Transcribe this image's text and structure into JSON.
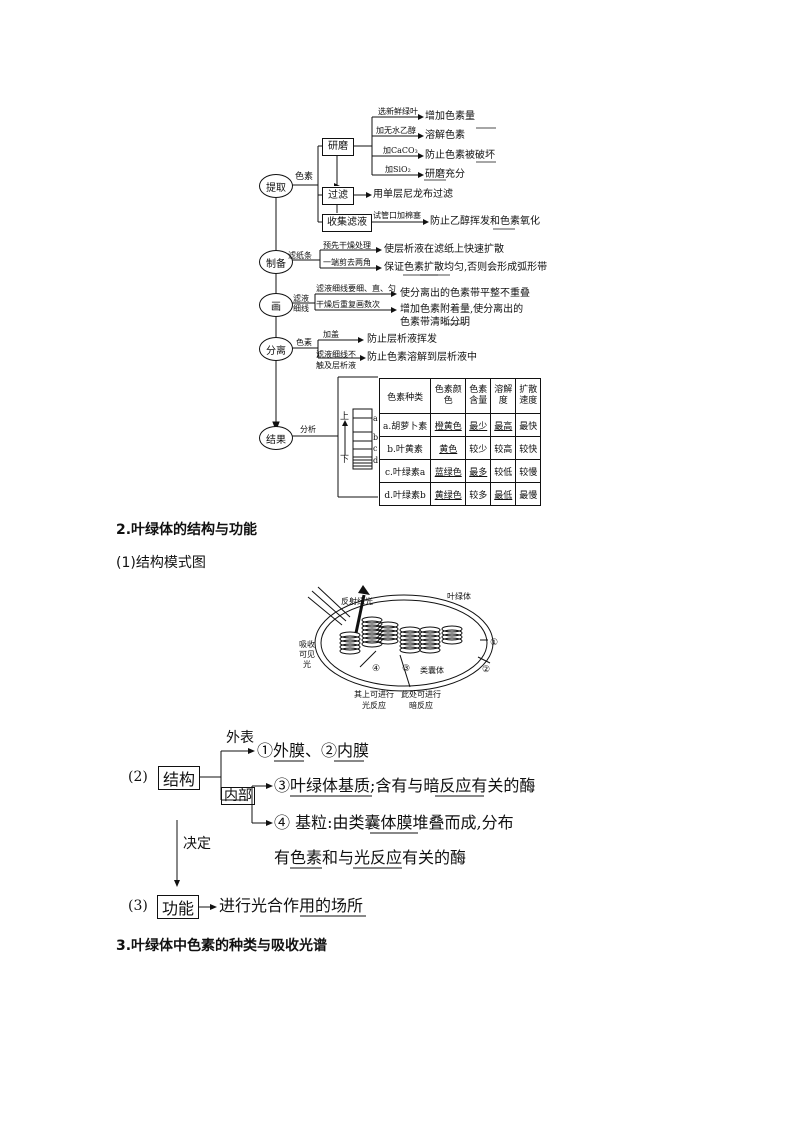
{
  "flow": {
    "nodes": {
      "extract": "提取",
      "prepare": "制备",
      "draw": "画",
      "separate": "分离",
      "result": "结果"
    },
    "extract": {
      "pigment_label": "色素",
      "grind": "研磨",
      "filter": "过滤",
      "collect": "收集滤液",
      "grind_items": [
        {
          "reagent": "选新鲜绿叶",
          "effect": "增加色素量"
        },
        {
          "reagent": "加无水乙醇",
          "effect": "溶解色素"
        },
        {
          "reagent": "加CaCO₃",
          "effect": "防止色素被破坏"
        },
        {
          "reagent": "加SiO₂",
          "effect": "研磨充分"
        }
      ],
      "filter_effect": "用单层尼龙布过滤",
      "collect_reagent": "试管口加棉塞",
      "collect_effect": "防止乙醇挥发和色素氧化"
    },
    "prepare": {
      "label": "滤纸条",
      "items": [
        {
          "reagent": "预先干燥处理",
          "effect": "使层析液在滤纸上快速扩散"
        },
        {
          "reagent": "一端剪去两角",
          "effect": "保证色素扩散均匀,否则会形成弧形带"
        }
      ]
    },
    "draw": {
      "label": "滤液细线",
      "items": [
        {
          "reagent": "滤液细线要细、直、匀",
          "effect": "使分离出的色素带平整不重叠"
        },
        {
          "reagent": "干燥后重复画数次",
          "effect": "增加色素附着量,使分离出的色素带清晰分明"
        }
      ]
    },
    "separate": {
      "label": "色素",
      "items": [
        {
          "reagent": "加盖",
          "effect": "防止层析液挥发"
        },
        {
          "reagent": "滤液细线不触及层析液",
          "effect": "防止色素溶解到层析液中"
        }
      ]
    },
    "result": {
      "analysis_label": "分析",
      "strip_up": "上",
      "strip_down": "下",
      "band_letters": [
        "a",
        "b",
        "c",
        "d"
      ],
      "table_headers": [
        "色素种类",
        "色素颜色",
        "色素含量",
        "溶解度",
        "扩散速度"
      ],
      "table_rows": [
        [
          "a.胡萝卜素",
          "橙黄色",
          "最少",
          "最高",
          "最快"
        ],
        [
          "b.叶黄素",
          "黄色",
          "较少",
          "较高",
          "较快"
        ],
        [
          "c.叶绿素a",
          "蓝绿色",
          "最多",
          "较低",
          "较慢"
        ],
        [
          "d.叶绿素b",
          "黄绿色",
          "较多",
          "最低",
          "最慢"
        ]
      ]
    }
  },
  "section2": {
    "heading": "2.叶绿体的结构与功能",
    "subheading": "(1)结构模式图",
    "diagram": {
      "reflect": "反射绿光",
      "absorb": "吸收可见光",
      "chloroplast": "叶绿体",
      "circle1": "①",
      "circle2": "②",
      "circle3": "③",
      "circle4": "④",
      "thylakoid": "类囊体",
      "light_reaction": "其上可进行光反应",
      "dark_reaction": "此处可进行暗反应"
    },
    "structure": {
      "num2": "(2)",
      "structure_box": "结构",
      "outer_label": "外表",
      "outer_text": "①外膜、②内膜",
      "inner_label": "内部",
      "inner_line1": "③叶绿体基质;含有与暗反应有关的酶",
      "inner_line2a": "④ 基粒:由类囊体膜堆叠而成,分布",
      "inner_line2b": "有色素和与光反应有关的酶",
      "decides": "决定",
      "num3": "(3)",
      "function_box": "功能",
      "function_text": "进行光合作用的场所"
    }
  },
  "section3": {
    "heading": "3.叶绿体中色素的种类与吸收光谱"
  }
}
